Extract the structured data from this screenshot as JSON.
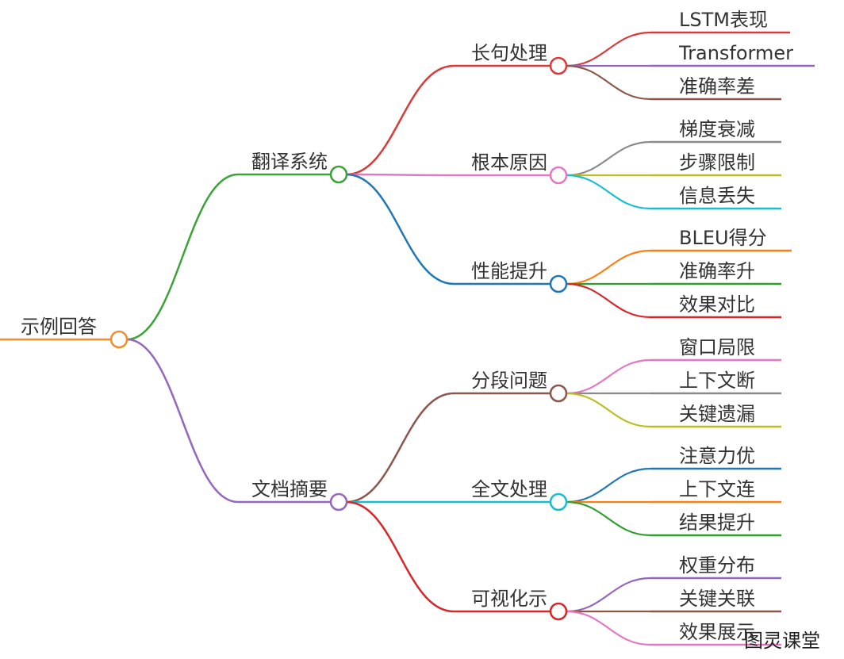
{
  "root": {
    "label": "示例回答",
    "color": "#f28e2b"
  },
  "branches": [
    {
      "label": "翻译系统",
      "color": "#3aa335",
      "children": [
        {
          "label": "长句处理",
          "color": "#d93a3a",
          "leaves": [
            {
              "label": "LSTM表现",
              "color": "#d93a3a"
            },
            {
              "label": "Transformer",
              "color": "#9467bd"
            },
            {
              "label": "准确率差",
              "color": "#8c564b"
            }
          ]
        },
        {
          "label": "根本原因",
          "color": "#e377c2",
          "leaves": [
            {
              "label": "梯度衰减",
              "color": "#8a8a8a"
            },
            {
              "label": "步骤限制",
              "color": "#bcbd22"
            },
            {
              "label": "信息丢失",
              "color": "#17becf"
            }
          ]
        },
        {
          "label": "性能提升",
          "color": "#1f77b4",
          "leaves": [
            {
              "label": "BLEU得分",
              "color": "#ff7f0e"
            },
            {
              "label": "准确率升",
              "color": "#2ca02c"
            },
            {
              "label": "效果对比",
              "color": "#d62728"
            }
          ]
        }
      ]
    },
    {
      "label": "文档摘要",
      "color": "#9467bd",
      "children": [
        {
          "label": "分段问题",
          "color": "#8c564b",
          "leaves": [
            {
              "label": "窗口局限",
              "color": "#e377c2"
            },
            {
              "label": "上下文断",
              "color": "#8a8a8a"
            },
            {
              "label": "关键遗漏",
              "color": "#bcbd22"
            }
          ]
        },
        {
          "label": "全文处理",
          "color": "#17becf",
          "leaves": [
            {
              "label": "注意力优",
              "color": "#1f77b4"
            },
            {
              "label": "上下文连",
              "color": "#ff7f0e"
            },
            {
              "label": "结果提升",
              "color": "#2ca02c"
            }
          ]
        },
        {
          "label": "可视化示",
          "color": "#d62728",
          "leaves": [
            {
              "label": "权重分布",
              "color": "#9467bd"
            },
            {
              "label": "关键关联",
              "color": "#8c564b"
            },
            {
              "label": "效果展示",
              "color": "#e377c2"
            }
          ]
        }
      ]
    }
  ],
  "watermark": "图灵课堂"
}
